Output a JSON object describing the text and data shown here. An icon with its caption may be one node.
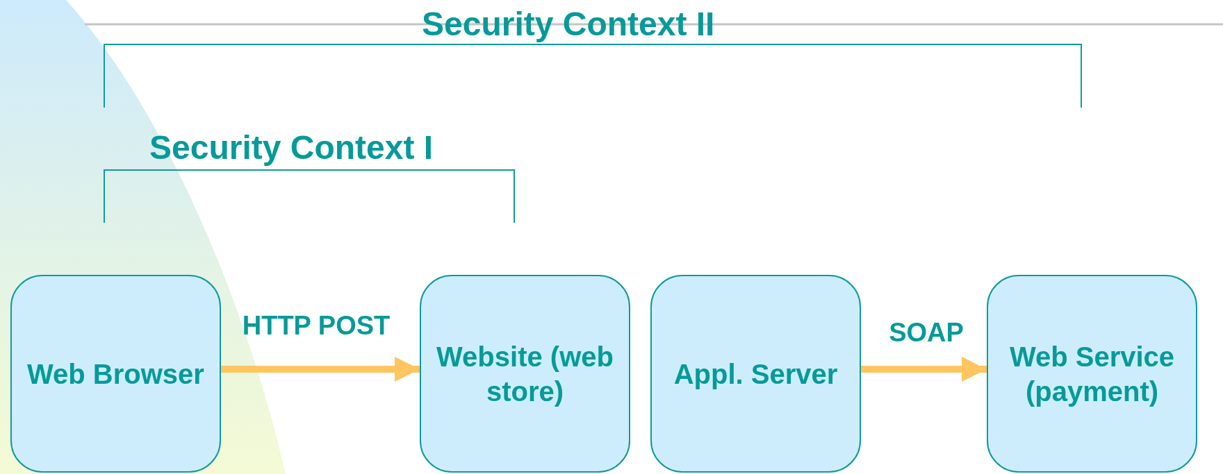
{
  "diagram": {
    "nodes": [
      {
        "text": [
          "Web Browser"
        ]
      },
      {
        "text": [
          "Website (web store)"
        ]
      },
      {
        "text": [
          "Appl. Server"
        ]
      },
      {
        "text": [
          "Web Service (payment)"
        ]
      }
    ],
    "edges": [
      {
        "from": 0,
        "to": 1,
        "arrow": "to",
        "label": "HTTP POST"
      },
      {
        "from": 2,
        "to": 3,
        "arrow": "to",
        "label": "SOAP"
      }
    ],
    "labels": [
      "Security Context II",
      "Security Context I"
    ]
  }
}
